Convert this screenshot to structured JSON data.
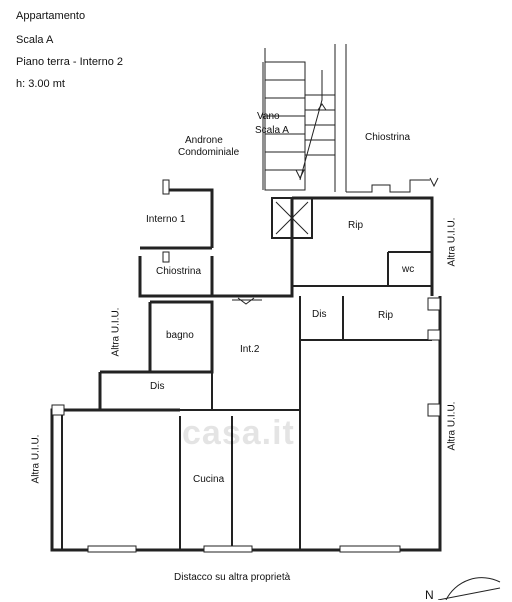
{
  "header": {
    "line1": "Appartamento",
    "line2": "Scala A",
    "line3": "Piano terra - Interno 2",
    "line4": "h: 3.00 mt"
  },
  "rooms": {
    "vano_a": "Vano",
    "vano_b": "Scala A",
    "androne_a": "Androne",
    "androne_b": "Condominiale",
    "chiostrina_top": "Chiostrina",
    "interno1": "Interno 1",
    "chiostrina_left": "Chiostrina",
    "rip_top": "Rip",
    "wc": "wc",
    "dis_right": "Dis",
    "rip_right": "Rip",
    "bagno": "bagno",
    "int2": "Int.2",
    "dis_left": "Dis",
    "cucina": "Cucina"
  },
  "side_labels": {
    "left_upper": "Altra U.I.U.",
    "left_lower": "Altra U.I.U.",
    "right_upper": "Altra U.I.U.",
    "right_lower": "Altra U.I.U."
  },
  "footer": {
    "distacco": "Distacco su  altra proprietà",
    "north": "N"
  },
  "watermark": "casa.it"
}
